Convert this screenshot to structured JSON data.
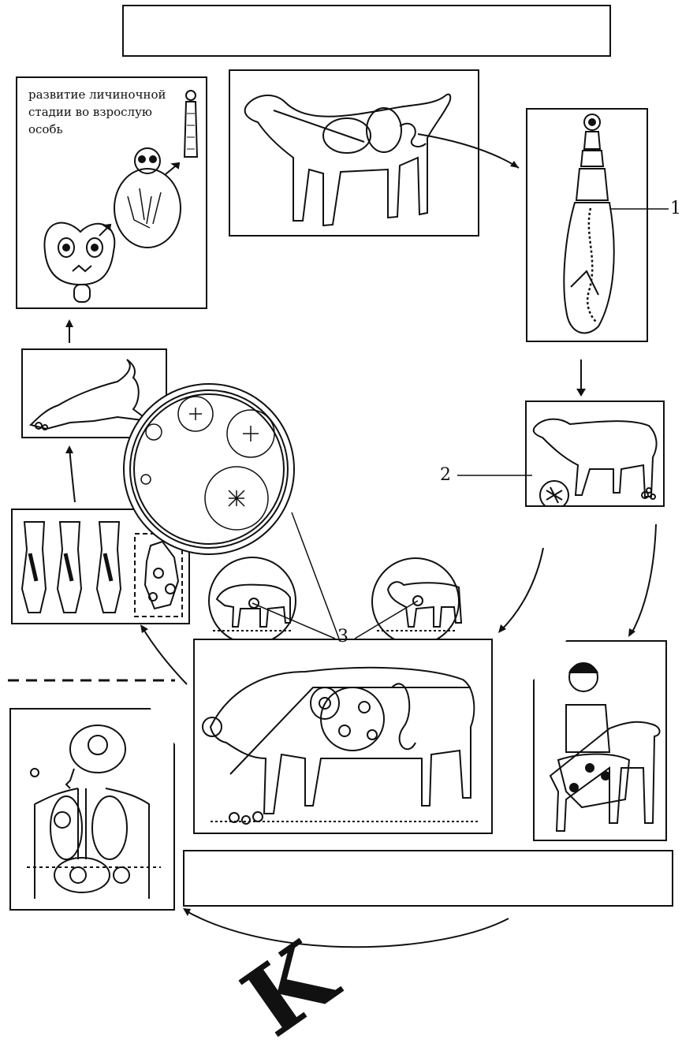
{
  "diagram": {
    "top_title_box": "",
    "bottom_caption_box": "",
    "caption_larva": "развитие личиночной\nстадии во взрослую\nособь",
    "callouts": {
      "one": "1",
      "two": "2",
      "three": "3"
    },
    "big_glyph": "K"
  },
  "colors": {
    "ink": "#111111",
    "paper": "#ffffff"
  }
}
